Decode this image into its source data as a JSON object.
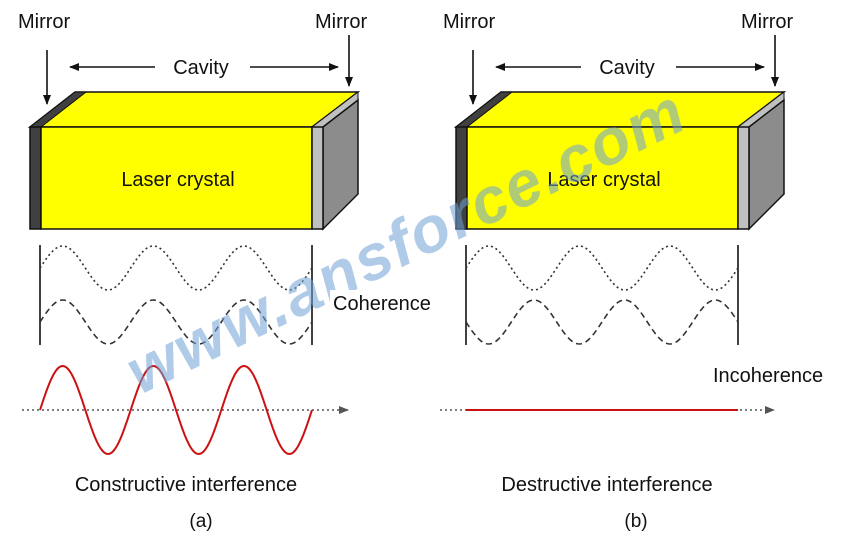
{
  "panels": [
    {
      "mirror_left": "Mirror",
      "mirror_right": "Mirror",
      "cavity": "Cavity",
      "crystal": "Laser crystal",
      "state_label": "Coherence",
      "interference": "Constructive interference",
      "caption": "(a)"
    },
    {
      "mirror_left": "Mirror",
      "mirror_right": "Mirror",
      "cavity": "Cavity",
      "crystal": "Laser crystal",
      "state_label": "Incoherence",
      "interference": "Destructive interference",
      "caption": "(b)"
    }
  ],
  "watermark": "www.ansforce.com",
  "colors": {
    "crystal_yellow": "#ffff00",
    "mirror_dark": "#404040",
    "mirror_light": "#c0c0c0",
    "side_gray": "#8c8c8c",
    "wave_red": "#cc1111",
    "watermark_blue": "#6fa2d6"
  }
}
